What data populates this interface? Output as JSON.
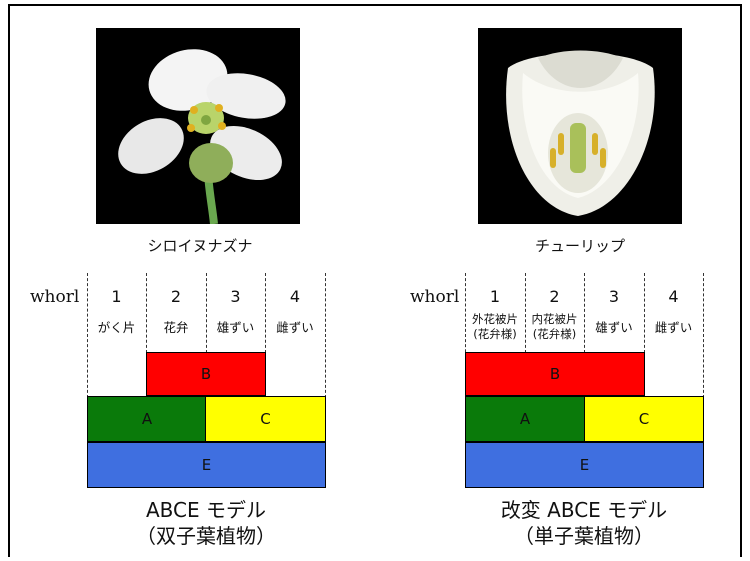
{
  "left": {
    "species": "シロイヌナズナ",
    "whorl_label": "whorl",
    "whorl_numbers": [
      "1",
      "2",
      "3",
      "4"
    ],
    "organs": [
      "がく片",
      "花弁",
      "雄ずい",
      "雌ずい"
    ],
    "bars": {
      "b": "B",
      "a": "A",
      "c": "C",
      "e": "E"
    },
    "model_name": "ABCE モデル",
    "model_type": "（双子葉植物）"
  },
  "right": {
    "species": "チューリップ",
    "whorl_label": "whorl",
    "whorl_numbers": [
      "1",
      "2",
      "3",
      "4"
    ],
    "organs": [
      {
        "line1": "外花被片",
        "line2": "(花弁様)"
      },
      {
        "line1": "内花被片",
        "line2": "(花弁様)"
      },
      {
        "line1": "雄ずい",
        "line2": ""
      },
      {
        "line1": "雌ずい",
        "line2": ""
      }
    ],
    "bars": {
      "b": "B",
      "a": "A",
      "c": "C",
      "e": "E"
    },
    "model_name": "改変 ABCE モデル",
    "model_type": "（単子葉植物）"
  },
  "colors": {
    "b": "#ff0000",
    "a": "#0a7a0a",
    "c": "#ffff00",
    "e": "#3f6fe0"
  }
}
